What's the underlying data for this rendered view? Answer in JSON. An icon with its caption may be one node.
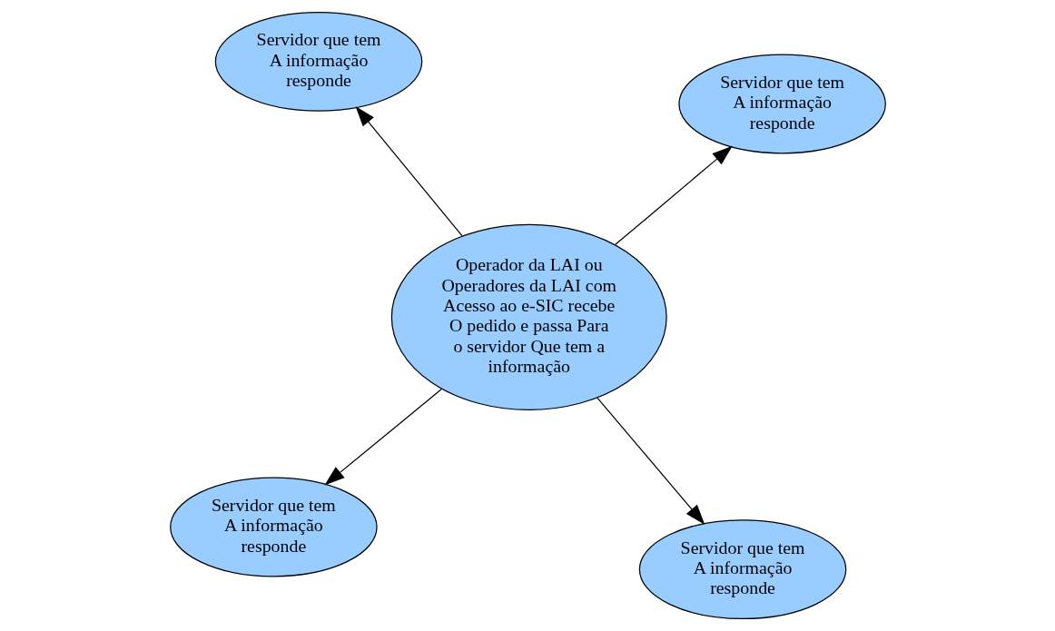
{
  "diagram": {
    "nodes": [
      {
        "text": [
          "Servidor que tem A informação responde"
        ]
      },
      {
        "text": [
          "Servidor que tem A informação responde"
        ]
      },
      {
        "text": [
          "Operador da LAI ou Operadores da LAI com Acesso ao e-SIC recebe O pedido e passa Para o servidor Que tem a informação"
        ]
      },
      {
        "text": [
          "Servidor que tem A informação responde"
        ]
      },
      {
        "text": [
          "Servidor que tem A informação responde"
        ]
      }
    ],
    "edges": [
      {
        "from": 2,
        "to": 0,
        "arrow": "to"
      },
      {
        "from": 2,
        "to": 1,
        "arrow": "to"
      },
      {
        "from": 2,
        "to": 3,
        "arrow": "to"
      },
      {
        "from": 2,
        "to": 4,
        "arrow": "to"
      }
    ]
  }
}
